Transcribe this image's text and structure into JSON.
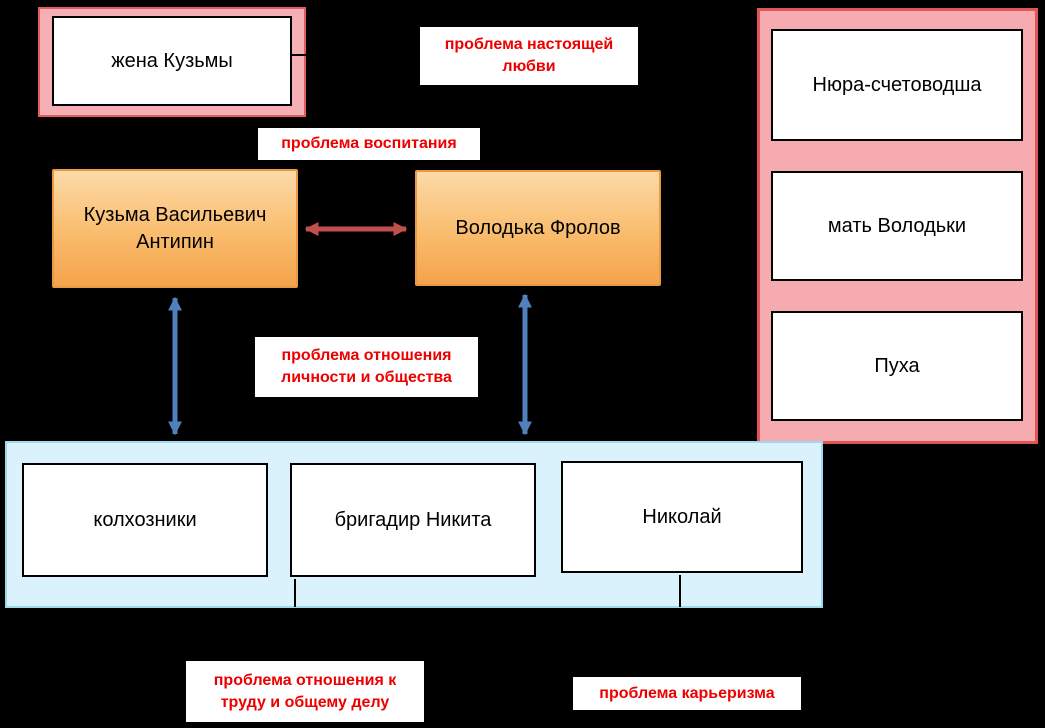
{
  "colors": {
    "background": "#000000",
    "pink_fill": "#f6afb4",
    "pink_border": "#e25b5e",
    "orange_fill_top": "#fcdaa8",
    "orange_fill_bottom": "#f5a34c",
    "orange_border": "#e99a41",
    "blue_panel_fill": "#d9f2fb",
    "blue_panel_border": "#a0d9ec",
    "label_text_red": "#ee0000",
    "arrow_red": "#c0504d",
    "arrow_blue": "#4f81bd",
    "arrow_black": "#000000",
    "box_fill_white": "#ffffff"
  },
  "boxes": {
    "wife": "жена Кузьмы",
    "kuzma": "Кузьма Васильевич Антипин",
    "volodka": "Володька Фролов"
  },
  "right_panel": {
    "items": [
      "Нюра-счетоводша",
      "мать Володьки",
      "Пуха"
    ]
  },
  "bottom_panel": {
    "items": [
      "колхозники",
      "бригадир Никита",
      "Николай"
    ]
  },
  "labels": {
    "true_love": "проблема настоящей любви",
    "upbringing": "проблема воспитания",
    "personality_society": "проблема отношения личности и общества",
    "labor": "проблема отношения к труду и общему делу",
    "careerism": "проблема карьеризма"
  }
}
